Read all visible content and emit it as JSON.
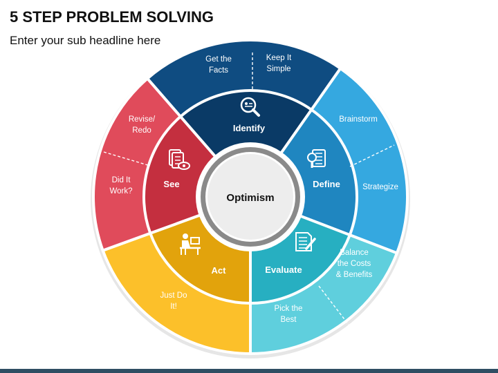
{
  "header": {
    "title": "5 STEP PROBLEM SOLVING",
    "subtitle": "Enter your sub headline here"
  },
  "diagram": {
    "center_label": "Optimism",
    "steps": [
      {
        "key": "identify",
        "label": "Identify",
        "icon": "search-document-icon",
        "outer_color": "#0F4C81",
        "inner_color": "#0A3A66",
        "notes": [
          [
            "Get the",
            "Facts"
          ],
          [
            "Keep It",
            "Simple"
          ]
        ]
      },
      {
        "key": "define",
        "label": "Define",
        "icon": "document-magnifier-icon",
        "outer_color": "#35A8E0",
        "inner_color": "#1F86C0",
        "notes": [
          [
            "Brainstorm"
          ],
          [
            "Strategize"
          ]
        ]
      },
      {
        "key": "evaluate",
        "label": "Evaluate",
        "icon": "checklist-pen-icon",
        "outer_color": "#5FCFDD",
        "inner_color": "#27AFC1",
        "notes": [
          [
            "Balance",
            "the Costs",
            "& Benefits"
          ],
          [
            "Pick the",
            "Best"
          ]
        ]
      },
      {
        "key": "act",
        "label": "Act",
        "icon": "person-at-desk-icon",
        "outer_color": "#FCC02A",
        "inner_color": "#E2A30C",
        "notes": [
          [
            "Just Do",
            "It!"
          ]
        ]
      },
      {
        "key": "see",
        "label": "See",
        "icon": "document-eye-icon",
        "outer_color": "#E04B5B",
        "inner_color": "#C42F3F",
        "notes": [
          [
            "Revise/",
            "Redo"
          ],
          [
            "Did It",
            "Work?"
          ]
        ]
      }
    ],
    "center_ring_color": "#8A8A8A",
    "center_fill_color": "#EDEDED",
    "bottom_bar_color": "#2F4E63"
  }
}
